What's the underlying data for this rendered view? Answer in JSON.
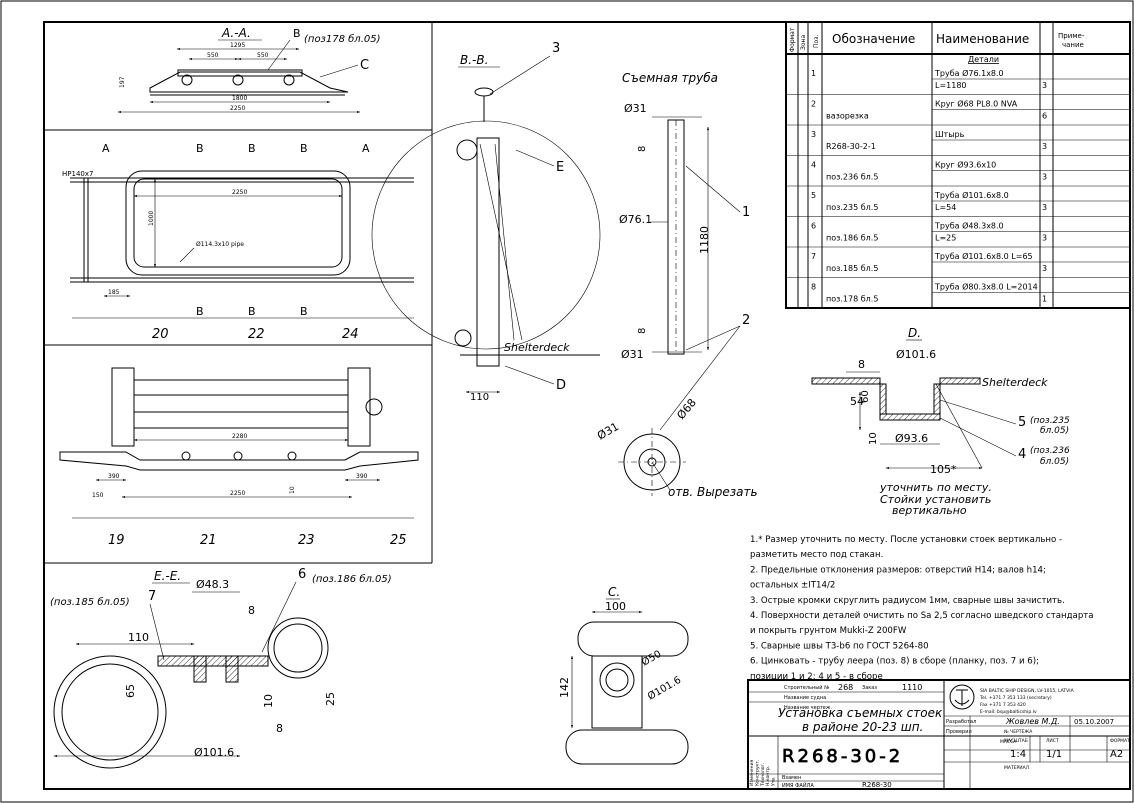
{
  "views": {
    "aa": {
      "title": "A.-A.",
      "ref": "(поз178 бл.05)",
      "marker_b": "B",
      "marker_c": "C",
      "dims": [
        "1295",
        "550",
        "550",
        "1800",
        "2250",
        "197"
      ]
    },
    "plan": {
      "labels": [
        "HP140x7",
        "A",
        "A",
        "B",
        "B",
        "B",
        "B",
        "B",
        "B"
      ],
      "dims": [
        "2250",
        "1000",
        "185"
      ],
      "pipe": "Ø114.3x10 pipe",
      "frames": [
        "20",
        "22",
        "24"
      ]
    },
    "elev": {
      "dims": [
        "2280",
        "390",
        "390",
        "2250",
        "150",
        "10"
      ],
      "frames": [
        "19",
        "21",
        "23",
        "25"
      ]
    },
    "bb": {
      "title": "B.-B.",
      "marker3": "3",
      "markerE": "E",
      "markerD": "D",
      "deck": "Shelterdeck",
      "dim": "110"
    },
    "tube": {
      "title": "Съемная труба",
      "d31a": "Ø31",
      "d76": "Ø76.1",
      "d31b": "Ø31",
      "len": "1180",
      "e8a": "8",
      "e8b": "8",
      "m1": "1",
      "m2": "2",
      "d31c": "Ø31",
      "d68": "Ø68",
      "note": "отв. Вырезать"
    },
    "detailD": {
      "title": "D.",
      "d101": "Ø101.6",
      "d93": "Ø93.6",
      "e8": "8",
      "e54": "54",
      "e60": "60",
      "e10": "10",
      "e105": "105*",
      "deck": "Shelterdeck",
      "c5": "5",
      "c5ref": "(поз.235",
      "c5ref2": "бл.05)",
      "c4": "4",
      "c4ref": "(поз.236",
      "c4ref2": "бл.05)",
      "note1": "уточнить по месту.",
      "note2": "Стойки установить",
      "note3": "вертикально"
    },
    "ee": {
      "title": "E.-E.",
      "ref185": "(поз.185 бл.05)",
      "m7": "7",
      "m6": "6",
      "ref186": "(поз.186 бл.05)",
      "d48": "Ø48.3",
      "e8a": "8",
      "e110": "110",
      "e65": "65",
      "e10": "10",
      "e25": "25",
      "e8b": "8",
      "d101": "Ø101.6"
    },
    "viewC": {
      "title": "C.",
      "e100": "100",
      "e142": "142",
      "d50": "Ø50",
      "d101": "Ø101.6"
    }
  },
  "table": {
    "headers": {
      "format": "Формат",
      "zone": "Зона",
      "pos": "Поз.",
      "designation": "Обозначение",
      "name": "Наименование",
      "note": "Приме-",
      "note2": "чание"
    },
    "section": "Детали",
    "rows": [
      {
        "pos": "1",
        "des": "",
        "name": "Труба Ø76.1x8.0",
        "name2": "L=1180",
        "qty": "3"
      },
      {
        "pos": "2",
        "des": "вазорезка",
        "name": "Круг Ø68   PL8.0 NVA",
        "name2": "",
        "qty": "6"
      },
      {
        "pos": "3",
        "des": "R268-30-2-1",
        "name": "Штырь",
        "name2": "",
        "qty": "3"
      },
      {
        "pos": "4",
        "des": "поз.236  бл.5",
        "name": "Круг Ø93.6x10",
        "name2": "",
        "qty": "3"
      },
      {
        "pos": "5",
        "des": "поз.235  бл.5",
        "name": "Труба Ø101.6x8.0",
        "name2": "L=54",
        "qty": "3"
      },
      {
        "pos": "6",
        "des": "поз.186  бл.5",
        "name": "Труба Ø48.3x8.0",
        "name2": "L=25",
        "qty": "3"
      },
      {
        "pos": "7",
        "des": "поз.185  бл.5",
        "name": "Труба Ø101.6x8.0   L=65",
        "name2": "",
        "qty": "3"
      },
      {
        "pos": "8",
        "des": "поз.178  бл.5",
        "name": "Труба Ø80.3x8.0   L=2014",
        "name2": "",
        "qty": "1"
      }
    ]
  },
  "notes": [
    "1.* Размер уточнить по месту. После установки стоек вертикально -",
    "разметить место под стакан.",
    "2. Предельные отклонения размеров: отверстий H14; валов h14;",
    "остальных ±IT14/2",
    "3. Острые кромки скруглить радиусом 1мм, сварные швы зачистить.",
    "4. Поверхности деталей очистить по Sa 2,5 согласно шведского стандарта",
    "и покрыть грунтом Mukki-Z 200FW",
    "5. Сварные швы Т3-b6 по ГОСТ 5264-80",
    "6. Цинковать - трубу леера (поз. 8) в сборе (планку, поз. 7 и 6);",
    "позиции 1 и 2; 4 и 5 - в сборе"
  ],
  "titleblock": {
    "project_label": "Строительный №",
    "project": "268",
    "order_label": "Заказ",
    "order": "1110",
    "vessel_label": "Название судна",
    "part_label": "Название чертеж.",
    "title1": "Установка съемных стоек",
    "title2": "в районе 20-23 шп.",
    "number": "R268-30-2",
    "company": "SIA BALTIC SHIP DESIGN, LV-1015, LATVIA",
    "company2": "Tel. +371 7 353 133 (secretary)",
    "company3": "Fax +371 7 353 420",
    "company4": "E-mail: bsp@balticship.lv",
    "developed": "Разработал",
    "developer": "Жовлев М.Д.",
    "date": "05.10.2007",
    "checked": "Проверил",
    "drawing_no_label": "№ ЧЕРТЕЖА",
    "mass_label": "МАССА",
    "scale_label": "МАСШТАБ",
    "sheet_label": "ЛИСТ",
    "format_label": "ФОРМАТ",
    "scale": "1:4",
    "sheet": "1/1",
    "format": "A2",
    "material_label": "МАТЕРИАЛ",
    "replaces": "Взамен",
    "file_label": "ИМЯ ФАЙЛА",
    "file": "R268-30",
    "side": [
      "Изменения",
      "Конструкт.",
      "Технолог.",
      "Н.контр.",
      "Утв."
    ]
  }
}
